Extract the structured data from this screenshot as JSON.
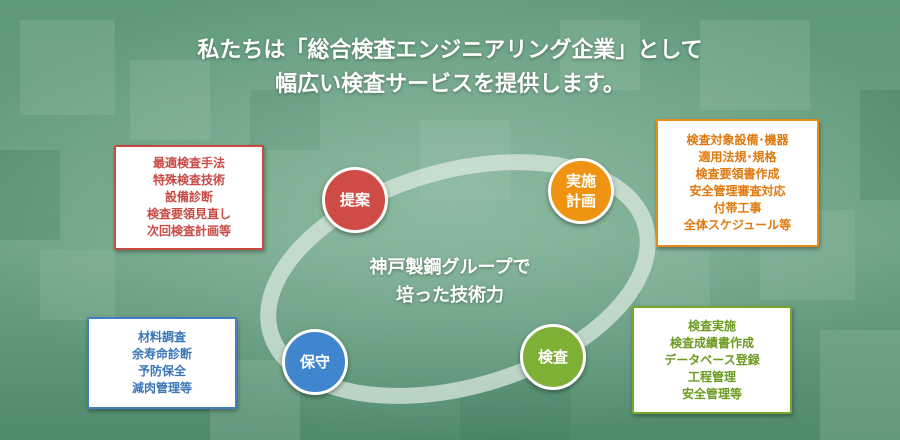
{
  "headline": {
    "line1": "私たちは「総合検査エンジニアリング企業」として",
    "line2": "幅広い検査サービスを提供します。"
  },
  "center": {
    "line1": "神戸製鋼グループで",
    "line2": "培った技術力"
  },
  "nodes": {
    "teian": {
      "label_lines": [
        "提案"
      ],
      "color": "#cf4b43",
      "items": [
        "最適検査手法",
        "特殊検査技術",
        "設備診断",
        "検査要領見直し",
        "次回検査計画等"
      ]
    },
    "jisshi": {
      "label_lines": [
        "実施",
        "計画"
      ],
      "color": "#ef9312",
      "items": [
        "検査対象設備･機器",
        "適用法規･規格",
        "検査要領書作成",
        "安全管理審査対応",
        "付帯工事",
        "全体スケジュール等"
      ]
    },
    "kensa": {
      "label_lines": [
        "検査"
      ],
      "color": "#7fb036",
      "items": [
        "検査実施",
        "検査成績書作成",
        "データベース登録",
        "工程管理",
        "安全管理等"
      ]
    },
    "hozen": {
      "label_lines": [
        "保守"
      ],
      "color": "#3f86cf",
      "items": [
        "材料調査",
        "余寿命診断",
        "予防保全",
        "減肉管理等"
      ]
    }
  }
}
